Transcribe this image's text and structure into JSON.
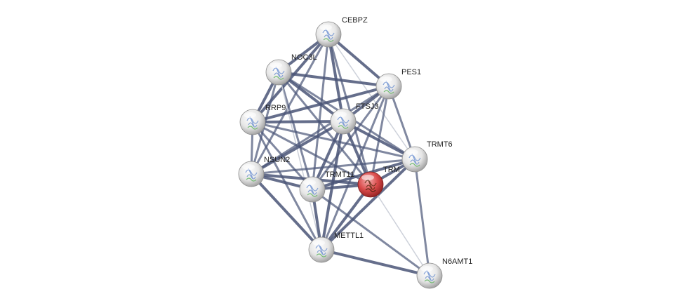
{
  "colors": {
    "background": "#ffffff",
    "edge": "#4a5577",
    "edge_light": "#c8ccd6",
    "node_default": "#e8e8e8",
    "node_query": "#d94040",
    "label": "#222222"
  },
  "network": {
    "nodes": [
      {
        "id": "CEBPZ",
        "label": "CEBPZ",
        "query": false
      },
      {
        "id": "NOC3L",
        "label": "NOC3L",
        "query": false
      },
      {
        "id": "PES1",
        "label": "PES1",
        "query": false
      },
      {
        "id": "RRP9",
        "label": "RRP9",
        "query": false
      },
      {
        "id": "FTSJ3",
        "label": "FTSJ3",
        "query": false
      },
      {
        "id": "TRMT6",
        "label": "TRMT6",
        "query": false
      },
      {
        "id": "NSUN2",
        "label": "NSUN2",
        "query": false
      },
      {
        "id": "TRMT11",
        "label": "TRMT11",
        "query": false
      },
      {
        "id": "TRM",
        "label": "TRM",
        "query": true
      },
      {
        "id": "METTL1",
        "label": "METTL1",
        "query": false
      },
      {
        "id": "N6AMT1",
        "label": "N6AMT1",
        "query": false
      }
    ],
    "edges": [
      {
        "s": "CEBPZ",
        "t": "NOC3L",
        "strength": "strong"
      },
      {
        "s": "CEBPZ",
        "t": "PES1",
        "strength": "strong"
      },
      {
        "s": "CEBPZ",
        "t": "RRP9",
        "strength": "strong"
      },
      {
        "s": "CEBPZ",
        "t": "FTSJ3",
        "strength": "strong"
      },
      {
        "s": "CEBPZ",
        "t": "NSUN2",
        "strength": "medium"
      },
      {
        "s": "CEBPZ",
        "t": "TRMT11",
        "strength": "medium"
      },
      {
        "s": "CEBPZ",
        "t": "TRM",
        "strength": "medium"
      },
      {
        "s": "CEBPZ",
        "t": "TRMT6",
        "strength": "light"
      },
      {
        "s": "NOC3L",
        "t": "PES1",
        "strength": "strong"
      },
      {
        "s": "NOC3L",
        "t": "RRP9",
        "strength": "strong"
      },
      {
        "s": "NOC3L",
        "t": "FTSJ3",
        "strength": "strong"
      },
      {
        "s": "NOC3L",
        "t": "NSUN2",
        "strength": "medium"
      },
      {
        "s": "NOC3L",
        "t": "TRMT6",
        "strength": "medium"
      },
      {
        "s": "NOC3L",
        "t": "TRM",
        "strength": "medium"
      },
      {
        "s": "NOC3L",
        "t": "TRMT11",
        "strength": "medium"
      },
      {
        "s": "NOC3L",
        "t": "METTL1",
        "strength": "light"
      },
      {
        "s": "PES1",
        "t": "RRP9",
        "strength": "strong"
      },
      {
        "s": "PES1",
        "t": "FTSJ3",
        "strength": "strong"
      },
      {
        "s": "PES1",
        "t": "TRMT6",
        "strength": "medium"
      },
      {
        "s": "PES1",
        "t": "NSUN2",
        "strength": "medium"
      },
      {
        "s": "PES1",
        "t": "TRMT11",
        "strength": "medium"
      },
      {
        "s": "PES1",
        "t": "TRM",
        "strength": "medium"
      },
      {
        "s": "PES1",
        "t": "METTL1",
        "strength": "medium"
      },
      {
        "s": "RRP9",
        "t": "FTSJ3",
        "strength": "strong"
      },
      {
        "s": "RRP9",
        "t": "NSUN2",
        "strength": "medium"
      },
      {
        "s": "RRP9",
        "t": "TRMT11",
        "strength": "medium"
      },
      {
        "s": "RRP9",
        "t": "TRMT6",
        "strength": "medium"
      },
      {
        "s": "RRP9",
        "t": "TRM",
        "strength": "medium"
      },
      {
        "s": "RRP9",
        "t": "METTL1",
        "strength": "medium"
      },
      {
        "s": "FTSJ3",
        "t": "NSUN2",
        "strength": "strong"
      },
      {
        "s": "FTSJ3",
        "t": "TRMT11",
        "strength": "strong"
      },
      {
        "s": "FTSJ3",
        "t": "TRMT6",
        "strength": "strong"
      },
      {
        "s": "FTSJ3",
        "t": "TRM",
        "strength": "strong"
      },
      {
        "s": "FTSJ3",
        "t": "METTL1",
        "strength": "strong"
      },
      {
        "s": "TRMT6",
        "t": "TRM",
        "strength": "strong"
      },
      {
        "s": "TRMT6",
        "t": "TRMT11",
        "strength": "strong"
      },
      {
        "s": "TRMT6",
        "t": "NSUN2",
        "strength": "medium"
      },
      {
        "s": "TRMT6",
        "t": "METTL1",
        "strength": "strong"
      },
      {
        "s": "TRMT6",
        "t": "N6AMT1",
        "strength": "medium"
      },
      {
        "s": "NSUN2",
        "t": "TRMT11",
        "strength": "strong"
      },
      {
        "s": "NSUN2",
        "t": "TRM",
        "strength": "strong"
      },
      {
        "s": "NSUN2",
        "t": "METTL1",
        "strength": "strong"
      },
      {
        "s": "TRMT11",
        "t": "TRM",
        "strength": "strong"
      },
      {
        "s": "TRMT11",
        "t": "METTL1",
        "strength": "strong"
      },
      {
        "s": "TRMT11",
        "t": "N6AMT1",
        "strength": "medium"
      },
      {
        "s": "TRM",
        "t": "METTL1",
        "strength": "strong"
      },
      {
        "s": "TRM",
        "t": "N6AMT1",
        "strength": "light"
      },
      {
        "s": "METTL1",
        "t": "N6AMT1",
        "strength": "strong"
      }
    ]
  }
}
